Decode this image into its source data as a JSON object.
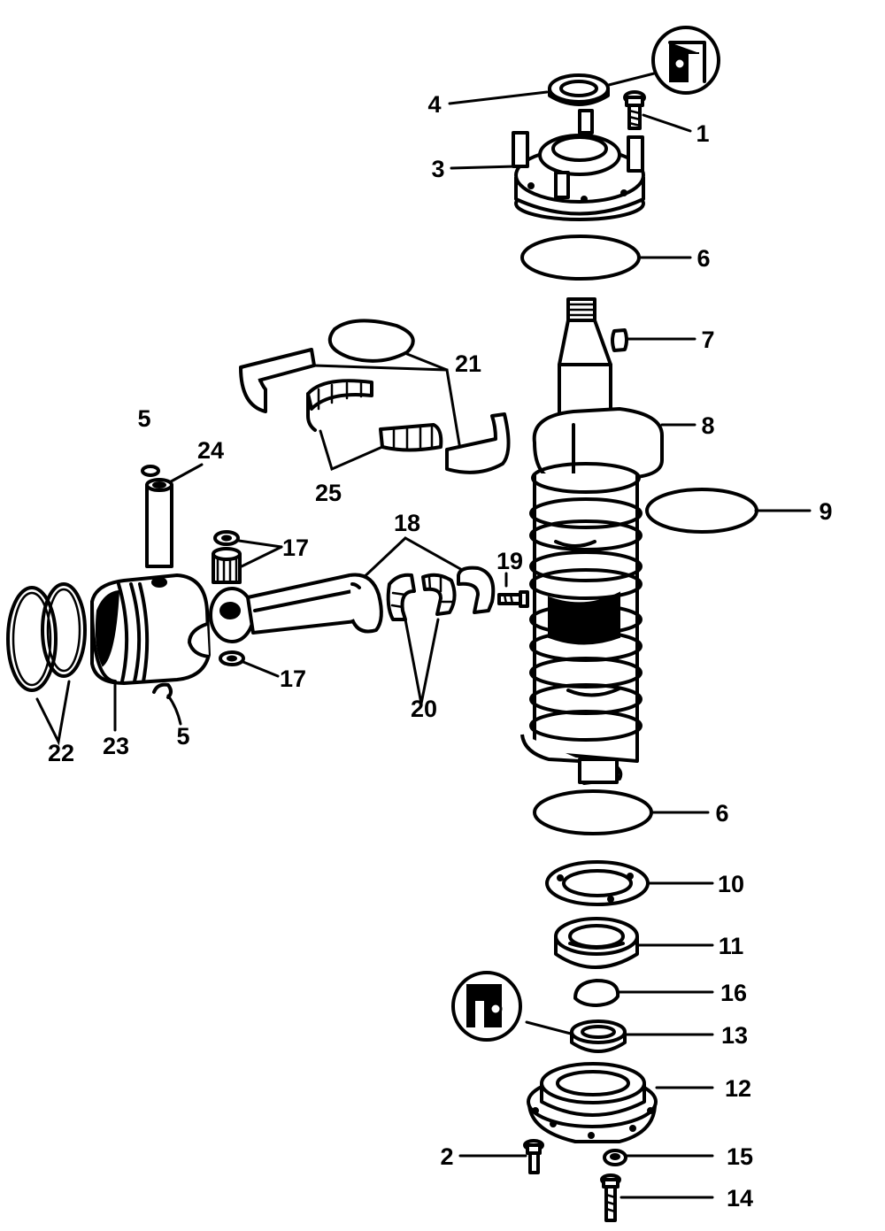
{
  "callouts": [
    {
      "id": "c1",
      "label": "1"
    },
    {
      "id": "c2",
      "label": "2"
    },
    {
      "id": "c3",
      "label": "3"
    },
    {
      "id": "c4",
      "label": "4"
    },
    {
      "id": "c5a",
      "label": "5"
    },
    {
      "id": "c5b",
      "label": "5"
    },
    {
      "id": "c6a",
      "label": "6"
    },
    {
      "id": "c6b",
      "label": "6"
    },
    {
      "id": "c7",
      "label": "7"
    },
    {
      "id": "c8",
      "label": "8"
    },
    {
      "id": "c9",
      "label": "9"
    },
    {
      "id": "c10",
      "label": "10"
    },
    {
      "id": "c11",
      "label": "11"
    },
    {
      "id": "c12",
      "label": "12"
    },
    {
      "id": "c13",
      "label": "13"
    },
    {
      "id": "c14",
      "label": "14"
    },
    {
      "id": "c15",
      "label": "15"
    },
    {
      "id": "c16",
      "label": "16"
    },
    {
      "id": "c17a",
      "label": "17"
    },
    {
      "id": "c17b",
      "label": "17"
    },
    {
      "id": "c18",
      "label": "18"
    },
    {
      "id": "c19",
      "label": "19"
    },
    {
      "id": "c20",
      "label": "20"
    },
    {
      "id": "c21",
      "label": "21"
    },
    {
      "id": "c22",
      "label": "22"
    },
    {
      "id": "c23",
      "label": "23"
    },
    {
      "id": "c24",
      "label": "24"
    },
    {
      "id": "c25",
      "label": "25"
    }
  ]
}
